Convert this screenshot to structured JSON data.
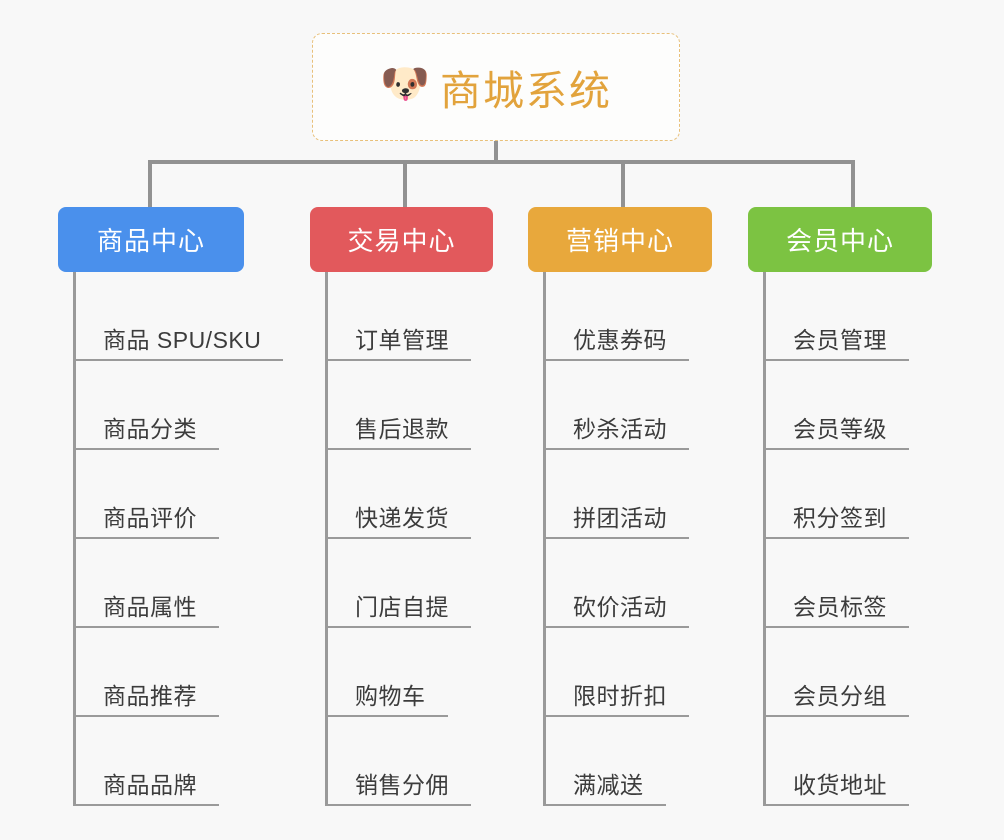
{
  "canvas": {
    "background": "#f8f8f8",
    "connector_color": "#929292"
  },
  "root": {
    "icon": "shiba-dog-emoji",
    "emoji": "🐶",
    "title": "商城系统",
    "title_color": "#e2a33c",
    "border_color": "#e8c07a",
    "border_style": "dashed"
  },
  "branches": [
    {
      "label": "商品中心",
      "color": "#4a90ec",
      "leaves": [
        {
          "label": "商品 SPU/SKU"
        },
        {
          "label": "商品分类"
        },
        {
          "label": "商品评价"
        },
        {
          "label": "商品属性"
        },
        {
          "label": "商品推荐"
        },
        {
          "label": "商品品牌"
        }
      ]
    },
    {
      "label": "交易中心",
      "color": "#e2595c",
      "leaves": [
        {
          "label": "订单管理"
        },
        {
          "label": "售后退款"
        },
        {
          "label": "快递发货"
        },
        {
          "label": "门店自提"
        },
        {
          "label": "购物车"
        },
        {
          "label": "销售分佣"
        }
      ]
    },
    {
      "label": "营销中心",
      "color": "#e8a83c",
      "leaves": [
        {
          "label": "优惠券码"
        },
        {
          "label": "秒杀活动"
        },
        {
          "label": "拼团活动"
        },
        {
          "label": "砍价活动"
        },
        {
          "label": "限时折扣"
        },
        {
          "label": "满减送"
        }
      ]
    },
    {
      "label": "会员中心",
      "color": "#7cc342",
      "leaves": [
        {
          "label": "会员管理"
        },
        {
          "label": "会员等级"
        },
        {
          "label": "积分签到"
        },
        {
          "label": "会员标签"
        },
        {
          "label": "会员分组"
        },
        {
          "label": "收货地址"
        }
      ]
    }
  ]
}
